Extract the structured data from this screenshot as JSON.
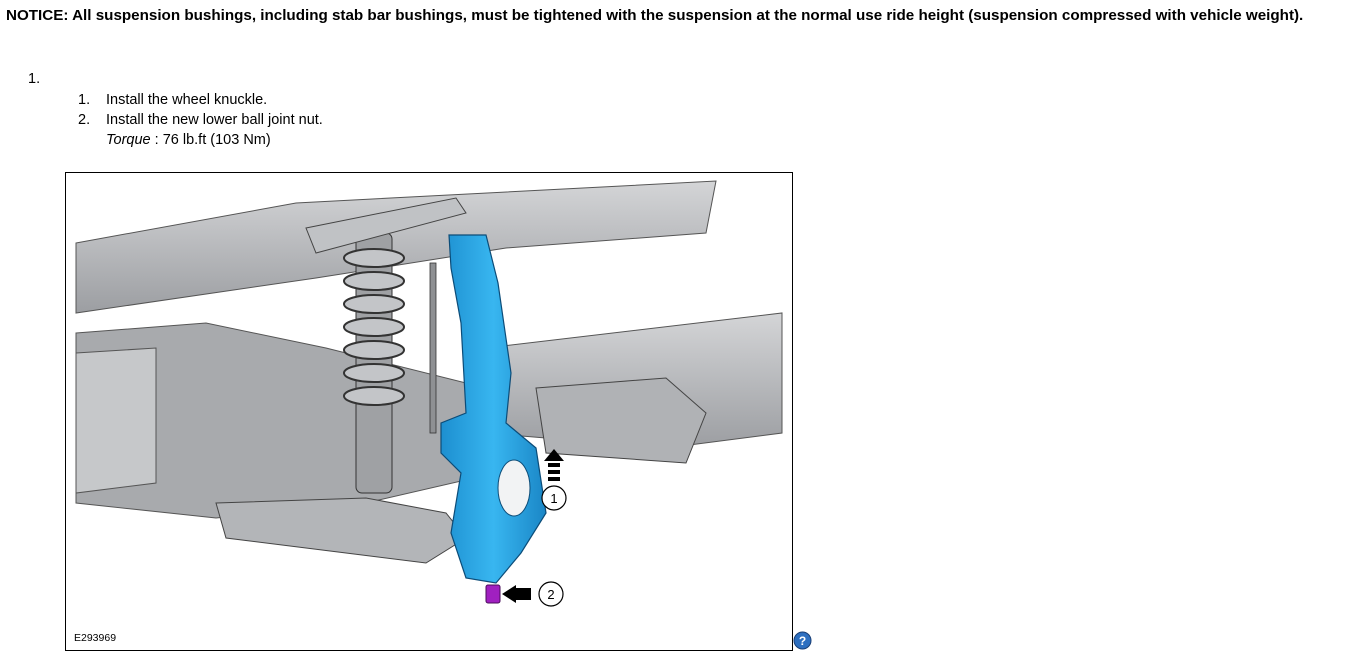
{
  "notice": "NOTICE: All suspension bushings, including stab bar bushings, must be tightened with the suspension at the normal use ride height (suspension compressed with vehicle weight).",
  "step": {
    "number": "1.",
    "substeps": [
      {
        "number": "1.",
        "text": "Install the wheel knuckle."
      },
      {
        "number": "2.",
        "text": "Install the new lower ball joint nut."
      }
    ],
    "torque_label": "Torque",
    "torque_value": " : 76 lb.ft (103 Nm)"
  },
  "figure": {
    "id": "E293969",
    "callouts": [
      "1",
      "2"
    ],
    "colors": {
      "knuckle": "#2aa8e6",
      "nut": "#a020c0",
      "frame": "#b9bbbe"
    }
  },
  "help_icon": "help-question-icon"
}
